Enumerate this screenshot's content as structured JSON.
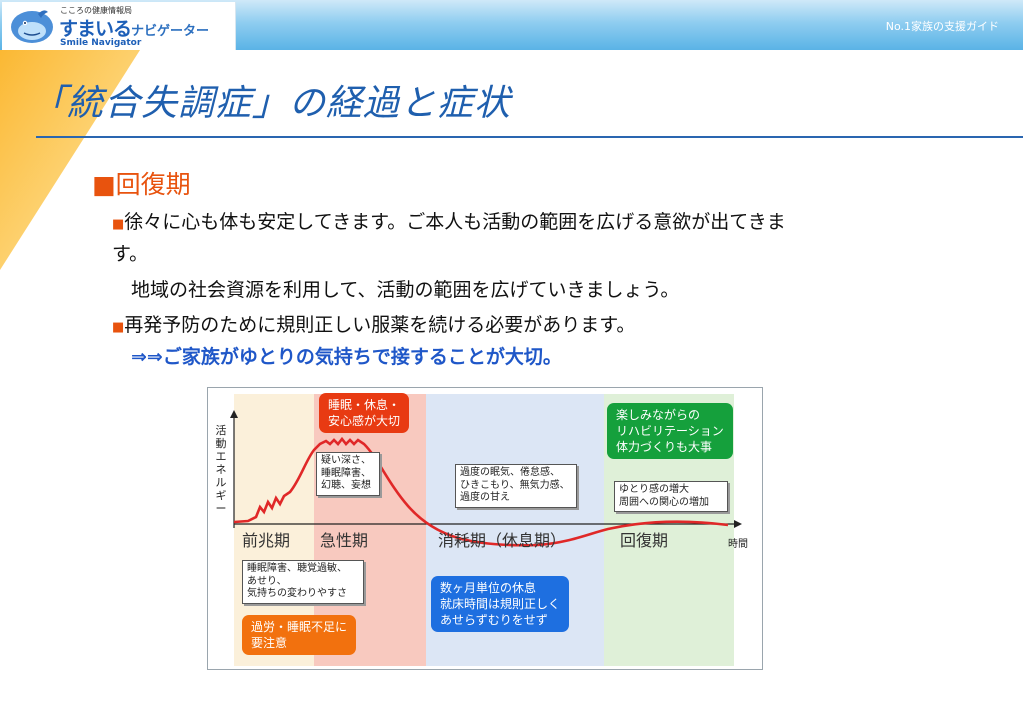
{
  "header": {
    "logo_small": "こころの健康情報局",
    "logo_main": "すまいる",
    "logo_main_sub": "ナビゲーター",
    "logo_en": "Smile Navigator",
    "guide_text": "No.1家族の支援ガイド",
    "logo_icon": "dolphin-icon"
  },
  "title": "「統合失調症」の経過と症状",
  "section": {
    "heading": "■回復期",
    "bullet1_line1": "徐々に心も体も安定してきます。ご本人も活動の範囲を広げる意欲が出てきま",
    "bullet1_line2": "す。",
    "bullet1_line3": "地域の社会資源を利用して、活動の範囲を広げていきましょう。",
    "bullet2": "再発予防のために規則正しい服薬を続ける必要があります。",
    "bullet_mark": "■",
    "emphasis": "⇒⇒ご家族がゆとりの気持ちで接することが大切。"
  },
  "diagram": {
    "ylabel": "活動エネルギー",
    "xlabel": "時間",
    "phases": [
      {
        "label": "前兆期",
        "color": "#fbf0da"
      },
      {
        "label": "急性期",
        "color": "#f8c9bf"
      },
      {
        "label": "消耗期（休息期）",
        "color": "#dce6f5"
      },
      {
        "label": "回復期",
        "color": "#dff0d8"
      }
    ],
    "notes": {
      "acute_symptoms": "疑い深さ、\n睡眠障害、\n幻聴、妄想",
      "exhaustion_symptoms": "過度の眠気、倦怠感、\nひきこもり、無気力感、\n過度の甘え",
      "recovery_symptoms": "ゆとり感の増大\n周囲への関心の増加",
      "prodrome_symptoms": "睡眠障害、聴覚過敏、\nあせり、\n気持ちの変わりやすさ"
    },
    "callouts": {
      "acute": "睡眠・休息・\n安心感が大切",
      "recovery": "楽しみながらの\nリハビリテーション\n体力づくりも大事",
      "exhaustion": "数ヶ月単位の休息\n就床時間は規則正しく\nあせらずむりをせず",
      "prodrome": "過労・睡眠不足に\n要注意"
    },
    "colors": {
      "curve": "#e02828",
      "callout_red": "#e83a12",
      "callout_green": "#15a03c",
      "callout_blue": "#1e6fe0",
      "callout_orange": "#f2710e"
    }
  }
}
